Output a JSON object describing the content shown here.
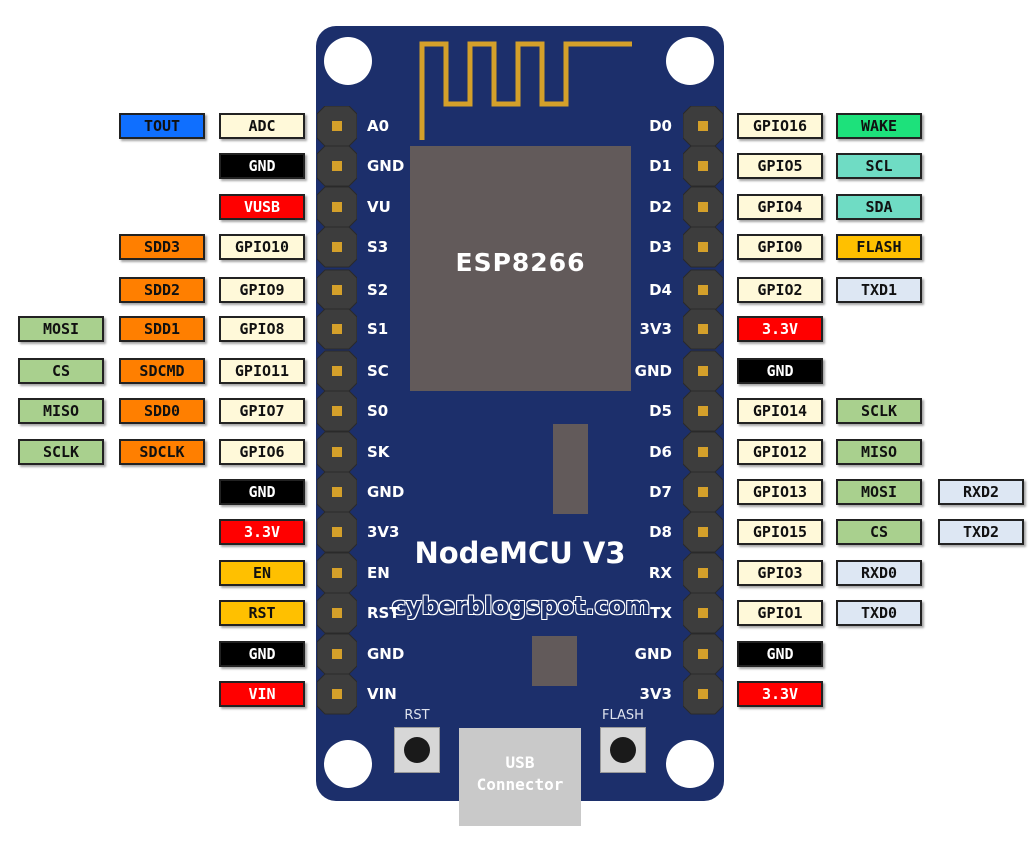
{
  "board": {
    "chip_label": "ESP8266",
    "title": "NodeMCU V3",
    "watermark": "cyberblogspot.com",
    "rst_button_label": "RST",
    "flash_button_label": "FLASH",
    "usb_label_line1": "USB",
    "usb_label_line2": "Connector"
  },
  "colors": {
    "board": "#1c2f6b",
    "gpio": "#fff9d9",
    "gnd": "#000000",
    "power": "#ff0000",
    "sdio": "#ff7f00",
    "spi": "#a9d08e",
    "control": "#ffc000",
    "adc": "#0f6fff",
    "wake": "#1de17b",
    "i2c": "#6fdcc4",
    "uart": "#dde7f3"
  },
  "left_pins": [
    {
      "silk": "A0",
      "labels": [
        {
          "text": "TOUT",
          "kind": "adc"
        },
        {
          "text": "ADC",
          "kind": "gpio"
        }
      ]
    },
    {
      "silk": "GND",
      "labels": [
        {
          "text": "GND",
          "kind": "gnd"
        }
      ]
    },
    {
      "silk": "VU",
      "labels": [
        {
          "text": "VUSB",
          "kind": "power"
        }
      ]
    },
    {
      "silk": "S3",
      "labels": [
        {
          "text": "SDD3",
          "kind": "sdio"
        },
        {
          "text": "GPIO10",
          "kind": "gpio"
        }
      ]
    },
    {
      "silk": "S2",
      "labels": [
        {
          "text": "SDD2",
          "kind": "sdio"
        },
        {
          "text": "GPIO9",
          "kind": "gpio"
        }
      ]
    },
    {
      "silk": "S1",
      "labels": [
        {
          "text": "MOSI",
          "kind": "spi"
        },
        {
          "text": "SDD1",
          "kind": "sdio"
        },
        {
          "text": "GPIO8",
          "kind": "gpio"
        }
      ]
    },
    {
      "silk": "SC",
      "labels": [
        {
          "text": "CS",
          "kind": "spi"
        },
        {
          "text": "SDCMD",
          "kind": "sdio"
        },
        {
          "text": "GPIO11",
          "kind": "gpio"
        }
      ]
    },
    {
      "silk": "S0",
      "labels": [
        {
          "text": "MISO",
          "kind": "spi"
        },
        {
          "text": "SDD0",
          "kind": "sdio"
        },
        {
          "text": "GPIO7",
          "kind": "gpio"
        }
      ]
    },
    {
      "silk": "SK",
      "labels": [
        {
          "text": "SCLK",
          "kind": "spi"
        },
        {
          "text": "SDCLK",
          "kind": "sdio"
        },
        {
          "text": "GPIO6",
          "kind": "gpio"
        }
      ]
    },
    {
      "silk": "GND",
      "labels": [
        {
          "text": "GND",
          "kind": "gnd"
        }
      ]
    },
    {
      "silk": "3V3",
      "labels": [
        {
          "text": "3.3V",
          "kind": "power"
        }
      ]
    },
    {
      "silk": "EN",
      "labels": [
        {
          "text": "EN",
          "kind": "control"
        }
      ]
    },
    {
      "silk": "RST",
      "labels": [
        {
          "text": "RST",
          "kind": "control"
        }
      ]
    },
    {
      "silk": "GND",
      "labels": [
        {
          "text": "GND",
          "kind": "gnd"
        }
      ]
    },
    {
      "silk": "VIN",
      "labels": [
        {
          "text": "VIN",
          "kind": "power"
        }
      ]
    }
  ],
  "right_pins": [
    {
      "silk": "D0",
      "labels": [
        {
          "text": "GPIO16",
          "kind": "gpio"
        },
        {
          "text": "WAKE",
          "kind": "wake"
        }
      ]
    },
    {
      "silk": "D1",
      "labels": [
        {
          "text": "GPIO5",
          "kind": "gpio"
        },
        {
          "text": "SCL",
          "kind": "i2c"
        }
      ]
    },
    {
      "silk": "D2",
      "labels": [
        {
          "text": "GPIO4",
          "kind": "gpio"
        },
        {
          "text": "SDA",
          "kind": "i2c"
        }
      ]
    },
    {
      "silk": "D3",
      "labels": [
        {
          "text": "GPIO0",
          "kind": "gpio"
        },
        {
          "text": "FLASH",
          "kind": "control"
        }
      ]
    },
    {
      "silk": "D4",
      "labels": [
        {
          "text": "GPIO2",
          "kind": "gpio"
        },
        {
          "text": "TXD1",
          "kind": "uart"
        }
      ]
    },
    {
      "silk": "3V3",
      "labels": [
        {
          "text": "3.3V",
          "kind": "power"
        }
      ]
    },
    {
      "silk": "GND",
      "labels": [
        {
          "text": "GND",
          "kind": "gnd"
        }
      ]
    },
    {
      "silk": "D5",
      "labels": [
        {
          "text": "GPIO14",
          "kind": "gpio"
        },
        {
          "text": "SCLK",
          "kind": "spi"
        }
      ]
    },
    {
      "silk": "D6",
      "labels": [
        {
          "text": "GPIO12",
          "kind": "gpio"
        },
        {
          "text": "MISO",
          "kind": "spi"
        }
      ]
    },
    {
      "silk": "D7",
      "labels": [
        {
          "text": "GPIO13",
          "kind": "gpio"
        },
        {
          "text": "MOSI",
          "kind": "spi"
        },
        {
          "text": "RXD2",
          "kind": "uart"
        }
      ]
    },
    {
      "silk": "D8",
      "labels": [
        {
          "text": "GPIO15",
          "kind": "gpio"
        },
        {
          "text": "CS",
          "kind": "spi"
        },
        {
          "text": "TXD2",
          "kind": "uart"
        }
      ]
    },
    {
      "silk": "RX",
      "labels": [
        {
          "text": "GPIO3",
          "kind": "gpio"
        },
        {
          "text": "RXD0",
          "kind": "uart"
        }
      ]
    },
    {
      "silk": "TX",
      "labels": [
        {
          "text": "GPIO1",
          "kind": "gpio"
        },
        {
          "text": "TXD0",
          "kind": "uart"
        }
      ]
    },
    {
      "silk": "GND",
      "labels": [
        {
          "text": "GND",
          "kind": "gnd"
        }
      ]
    },
    {
      "silk": "3V3",
      "labels": [
        {
          "text": "3.3V",
          "kind": "power"
        }
      ]
    }
  ]
}
